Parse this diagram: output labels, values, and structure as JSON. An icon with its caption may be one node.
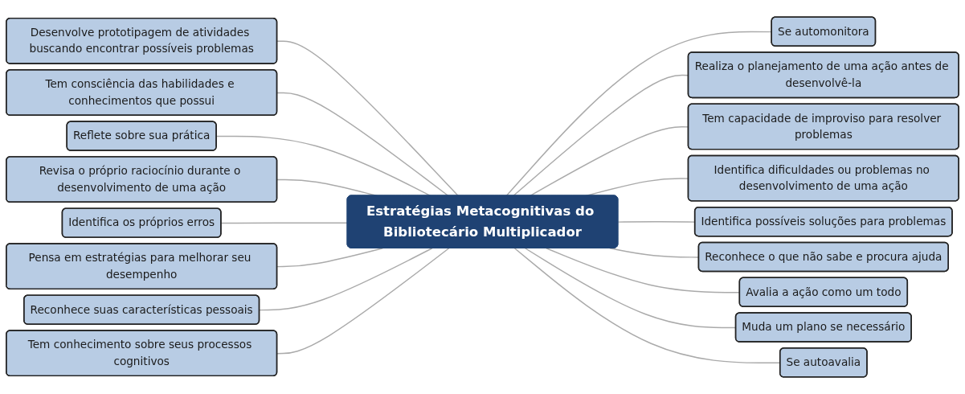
{
  "diagram": {
    "nodes": [
      {
        "text": [
          "Estratégias Metacognitivas do Bibliotecário Multiplicador"
        ]
      },
      {
        "text": [
          "Desenvolve prototipagem de atividades buscando encontrar possíveis problemas"
        ]
      },
      {
        "text": [
          "Tem consciência das habilidades e conhecimentos que possui"
        ]
      },
      {
        "text": [
          "Reflete sobre sua prática"
        ]
      },
      {
        "text": [
          "Revisa o próprio raciocínio durante o desenvolvimento de uma ação"
        ]
      },
      {
        "text": [
          "Identifica os próprios erros"
        ]
      },
      {
        "text": [
          "Pensa em estratégias para melhorar seu desempenho"
        ]
      },
      {
        "text": [
          "Reconhece suas características pessoais"
        ]
      },
      {
        "text": [
          "Tem conhecimento sobre seus processos cognitivos"
        ]
      },
      {
        "text": [
          "Se automonitora"
        ]
      },
      {
        "text": [
          "Realiza o planejamento de uma ação antes de desenvolvê-la"
        ]
      },
      {
        "text": [
          "Tem capacidade de improviso para resolver problemas"
        ]
      },
      {
        "text": [
          "Identifica dificuldades ou problemas no desenvolvimento de uma ação"
        ]
      },
      {
        "text": [
          "Identifica possíveis soluções para problemas"
        ]
      },
      {
        "text": [
          "Reconhece o que não sabe e procura ajuda"
        ]
      },
      {
        "text": [
          "Avalia a ação como um todo"
        ]
      },
      {
        "text": [
          "Muda um plano se necessário"
        ]
      },
      {
        "text": [
          "Se autoavalia"
        ]
      }
    ],
    "edges": [
      {
        "from": 1,
        "to": 0,
        "arrow": "none"
      },
      {
        "from": 2,
        "to": 0,
        "arrow": "none"
      },
      {
        "from": 3,
        "to": 0,
        "arrow": "none"
      },
      {
        "from": 4,
        "to": 0,
        "arrow": "none"
      },
      {
        "from": 5,
        "to": 0,
        "arrow": "none"
      },
      {
        "from": 6,
        "to": 0,
        "arrow": "none"
      },
      {
        "from": 7,
        "to": 0,
        "arrow": "none"
      },
      {
        "from": 8,
        "to": 0,
        "arrow": "none"
      },
      {
        "from": 0,
        "to": 9,
        "arrow": "none"
      },
      {
        "from": 0,
        "to": 10,
        "arrow": "none"
      },
      {
        "from": 0,
        "to": 11,
        "arrow": "none"
      },
      {
        "from": 0,
        "to": 12,
        "arrow": "none"
      },
      {
        "from": 0,
        "to": 13,
        "arrow": "none"
      },
      {
        "from": 0,
        "to": 14,
        "arrow": "none"
      },
      {
        "from": 0,
        "to": 15,
        "arrow": "none"
      },
      {
        "from": 0,
        "to": 16,
        "arrow": "none"
      },
      {
        "from": 0,
        "to": 17,
        "arrow": "none"
      }
    ]
  }
}
